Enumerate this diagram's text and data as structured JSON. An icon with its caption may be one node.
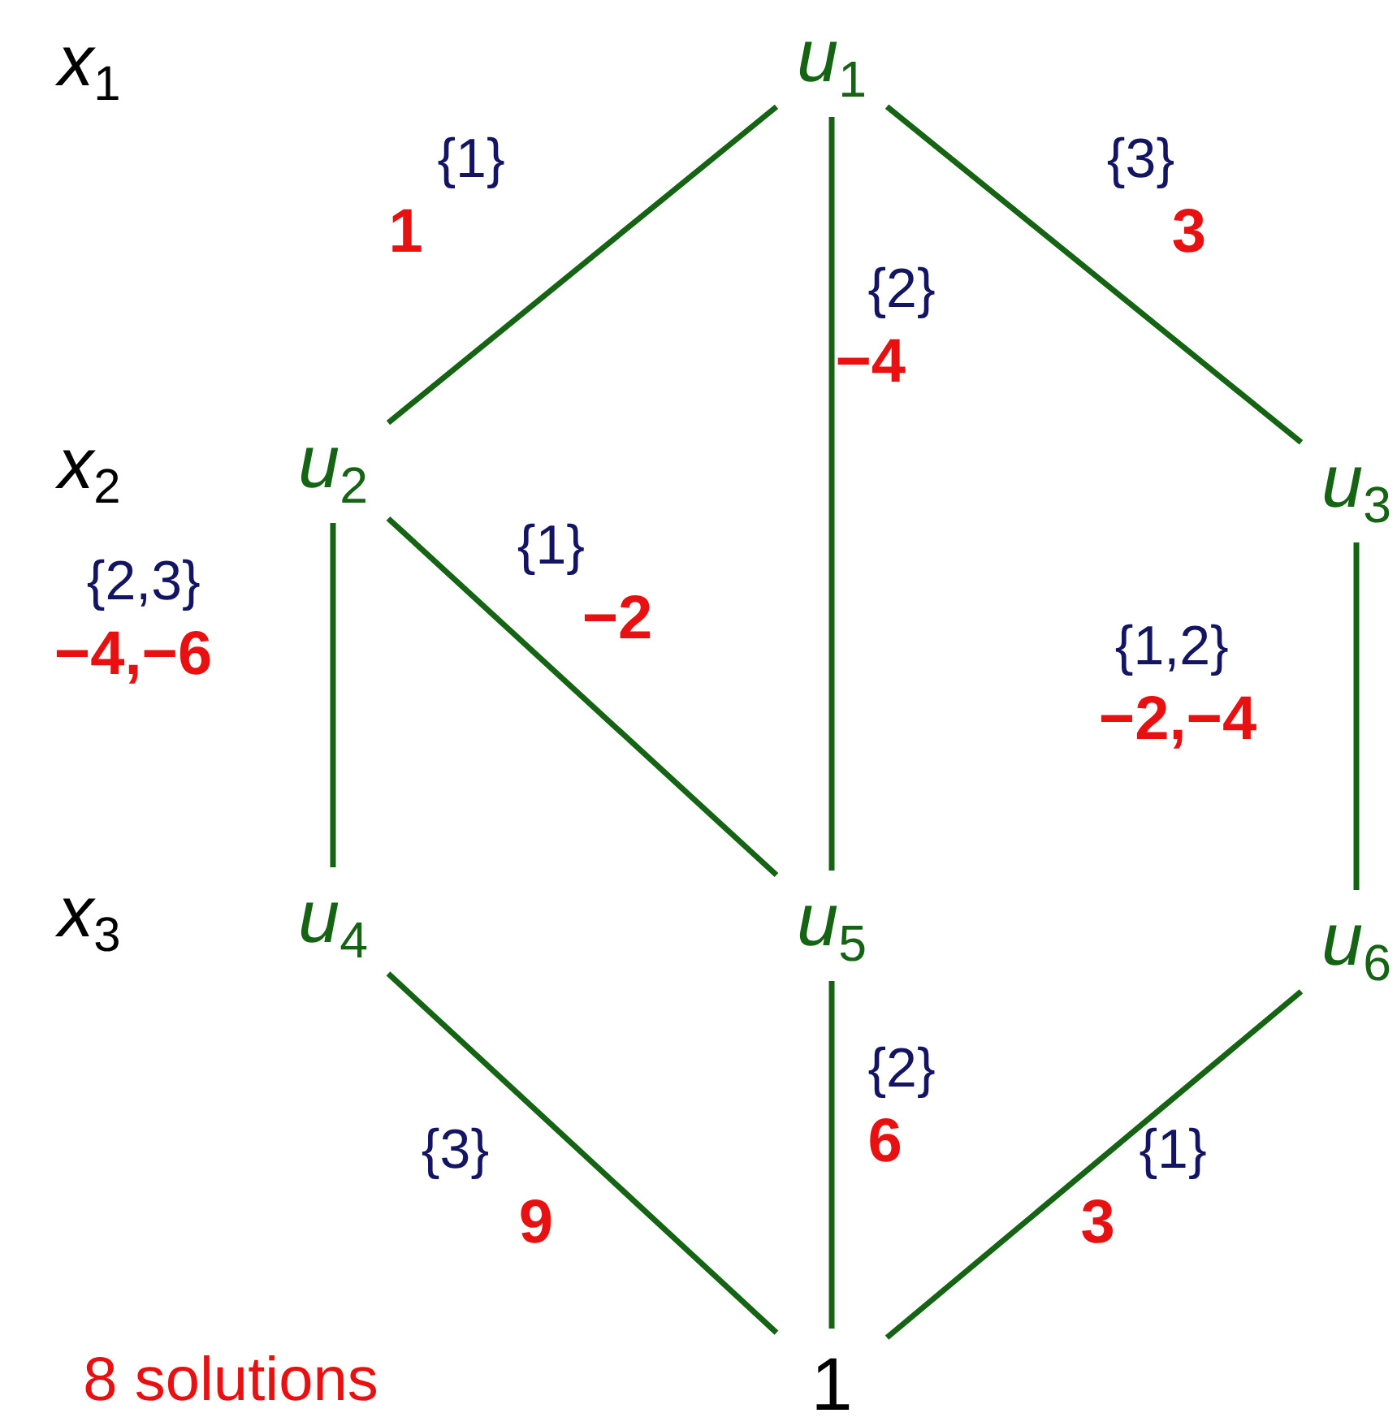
{
  "diagram": {
    "nodes": [
      {
        "text": [
          "u$_{1}$"
        ]
      },
      {
        "text": [
          "u$_{2}$"
        ]
      },
      {
        "text": [
          "u$_{3}$"
        ]
      },
      {
        "text": [
          "u$_{4}$"
        ]
      },
      {
        "text": [
          "u$_{5}$"
        ]
      },
      {
        "text": [
          "u$_{6}$"
        ]
      },
      {
        "text": [
          "1"
        ]
      }
    ],
    "edges": [
      {
        "from": 0,
        "to": 1,
        "arrow": "none",
        "label": "{1} **1**"
      },
      {
        "from": 0,
        "to": 4,
        "arrow": "none",
        "label": "{2} **−4**"
      },
      {
        "from": 0,
        "to": 2,
        "arrow": "none",
        "label": "{3} **3**"
      },
      {
        "from": 1,
        "to": 3,
        "arrow": "none",
        "label": "{2,3} **−4,−6**"
      },
      {
        "from": 1,
        "to": 4,
        "arrow": "none",
        "label": "{1} **−2**"
      },
      {
        "from": 2,
        "to": 5,
        "arrow": "none",
        "label": "{1,2} **−2,−4**"
      },
      {
        "from": 3,
        "to": 6,
        "arrow": "none",
        "label": "{3} **9**"
      },
      {
        "from": 4,
        "to": 6,
        "arrow": "none",
        "label": "{2} **6**"
      },
      {
        "from": 5,
        "to": 6,
        "arrow": "none",
        "label": "{1} **3**"
      }
    ],
    "labels": [
      "x$_{1}$",
      "x$_{2}$",
      "x$_{3}$",
      "8 solutions"
    ]
  }
}
